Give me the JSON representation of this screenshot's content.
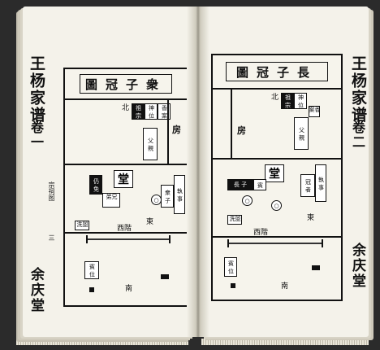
{
  "left_page": {
    "spine_title": "王杨家谱",
    "volume": "卷一",
    "section": "宗祠图",
    "page_num": "三",
    "hall_name": "余庆堂",
    "diagram": {
      "title": "圖冠子衆",
      "north": "北",
      "south": "南",
      "east": "東",
      "west": "西",
      "stairs_west": "西階",
      "stairs_east": "東",
      "hall": "堂",
      "side_label": "房",
      "tablets": [
        "祖 宗",
        "神 位",
        "香 案",
        "父 親",
        "仍 免",
        "兄 弟",
        "衆 子",
        "執 事",
        "盥 洗",
        "賓 位"
      ]
    }
  },
  "right_page": {
    "spine_title": "王杨家谱",
    "volume": "卷二",
    "hall_name": "余庆堂",
    "diagram": {
      "title": "圖冠子長",
      "north": "北",
      "south": "南",
      "east": "東",
      "west": "西",
      "stairs_west": "西階",
      "stairs_east": "東",
      "hall": "堂",
      "side_label": "房",
      "tablets": [
        "祖 宗",
        "神 位",
        "香 案",
        "父 親",
        "長 子",
        "賓",
        "冠 者",
        "執 事",
        "盥 洗",
        "賓 位"
      ]
    }
  },
  "colors": {
    "ink": "#111111",
    "paper": "#f4f2ea",
    "background": "#2b2b2b"
  }
}
